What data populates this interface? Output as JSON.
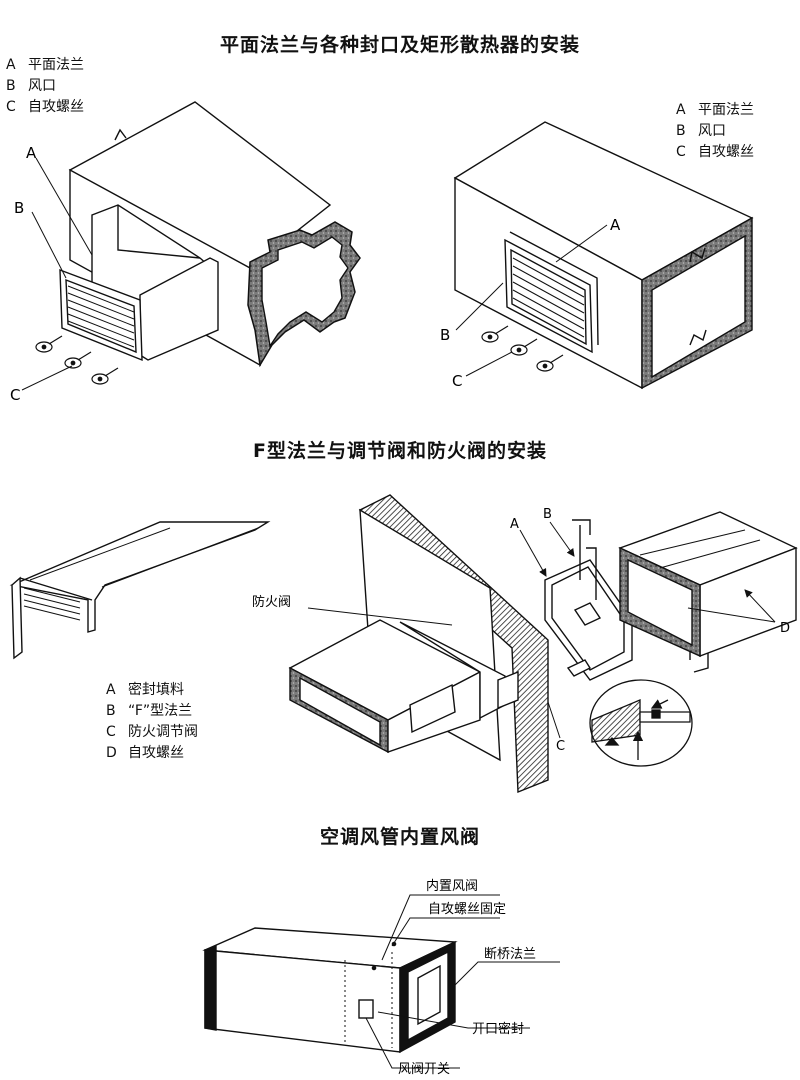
{
  "section1": {
    "title": "平面法兰与各种封口及矩形散热器的安装",
    "legend": [
      {
        "key": "A",
        "text": "平面法兰"
      },
      {
        "key": "B",
        "text": "风口"
      },
      {
        "key": "C",
        "text": "自攻螺丝"
      }
    ],
    "legend_right": [
      {
        "key": "A",
        "text": "平面法兰"
      },
      {
        "key": "B",
        "text": "风口"
      },
      {
        "key": "C",
        "text": "自攻螺丝"
      }
    ],
    "callouts": {
      "a": "A",
      "b": "B",
      "c": "C"
    }
  },
  "section2": {
    "title": "F型法兰与调节阀和防火阀的安装",
    "legend": [
      {
        "key": "A",
        "text": "密封填料"
      },
      {
        "key": "B",
        "text": "“F”型法兰"
      },
      {
        "key": "C",
        "text": "防火调节阀"
      },
      {
        "key": "D",
        "text": "自攻螺丝"
      }
    ],
    "fire_valve_label": "防火阀",
    "callouts": {
      "a": "A",
      "b": "B",
      "c": "C",
      "d": "D"
    }
  },
  "section3": {
    "title": "空调风管内置风阀",
    "labels": {
      "inner_damper": "内置风阀",
      "screw_fixed": "自攻螺丝固定",
      "thermal_break_flange": "断桥法兰",
      "opening_seal": "开口密封",
      "damper_switch": "风阀开关"
    }
  }
}
